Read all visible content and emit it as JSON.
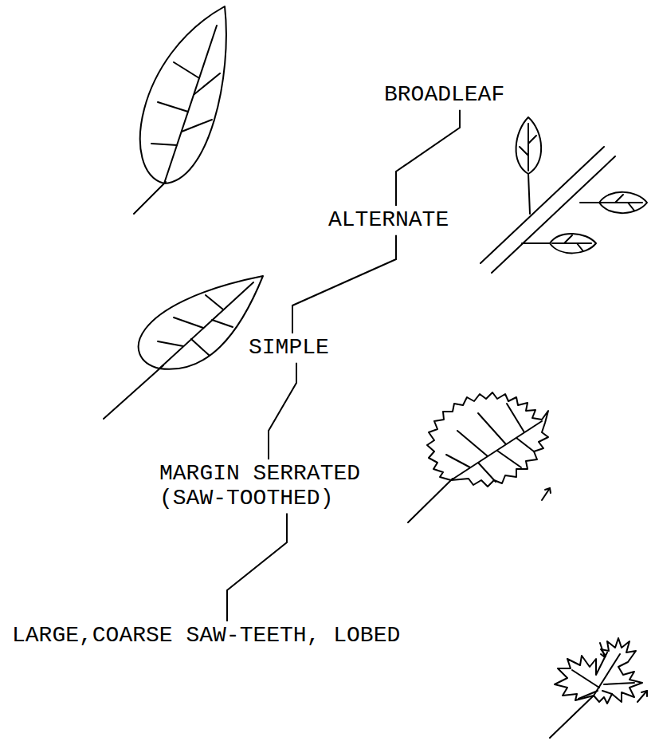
{
  "diagram": {
    "nodes": [
      {
        "text": [
          "BROADLEAF"
        ]
      },
      {
        "text": [
          "ALTERNATE"
        ]
      },
      {
        "text": [
          "SIMPLE"
        ]
      },
      {
        "text": [
          "MARGIN SERRATED (SAW-TOOTHED)"
        ]
      },
      {
        "text": [
          "LARGE,COARSE SAW-TEETH, LOBED"
        ]
      }
    ],
    "edges": [
      {
        "from": 0,
        "to": 1,
        "arrow": "none"
      },
      {
        "from": 1,
        "to": 2,
        "arrow": "none"
      },
      {
        "from": 2,
        "to": 3,
        "arrow": "none"
      },
      {
        "from": 3,
        "to": 4,
        "arrow": "none"
      }
    ]
  }
}
